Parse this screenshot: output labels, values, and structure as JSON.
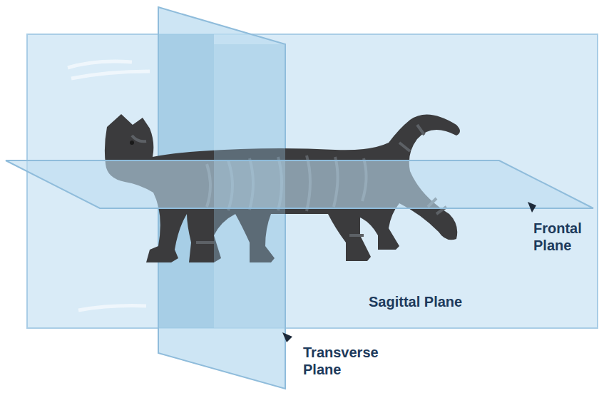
{
  "diagram": {
    "labels": [
      "Frontal Plane",
      "Sagittal Plane",
      "Transverse Plane"
    ]
  }
}
